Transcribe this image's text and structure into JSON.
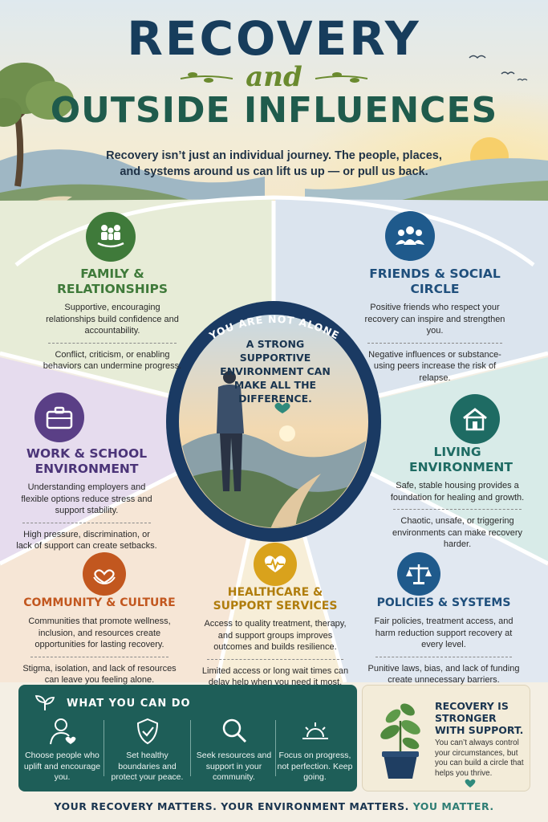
{
  "header": {
    "title_line1": "RECOVERY",
    "title_and": "and",
    "title_line2": "OUTSIDE INFLUENCES",
    "intro": "Recovery isn’t just an individual journey. The people, places, and systems around us can lift us up — or pull us back."
  },
  "center": {
    "arc_title": "YOU ARE NOT ALONE",
    "message": "A STRONG SUPPORTIVE ENVIRONMENT CAN MAKE ALL THE DIFFERENCE."
  },
  "sections": {
    "family": {
      "icon": "family-hands-icon",
      "title": "FAMILY & RELATIONSHIPS",
      "positive": "Supportive, encouraging relationships build confidence and accountability.",
      "negative": "Conflict, criticism, or enabling behaviors can undermine progress."
    },
    "friends": {
      "icon": "group-icon",
      "title": "FRIENDS & SOCIAL CIRCLE",
      "positive": "Positive friends who respect your recovery can inspire and strengthen you.",
      "negative": "Negative influences or substance-using peers increase the risk of relapse."
    },
    "work": {
      "icon": "briefcase-icon",
      "title": "WORK & SCHOOL ENVIRONMENT",
      "positive": "Understanding employers and flexible options reduce stress and support stability.",
      "negative": "High pressure, discrimination, or lack of support can create setbacks."
    },
    "living": {
      "icon": "house-icon",
      "title": "LIVING ENVIRONMENT",
      "positive": "Safe, stable housing provides a foundation for healing and growth.",
      "negative": "Chaotic, unsafe, or triggering environments can make recovery harder."
    },
    "community": {
      "icon": "heart-hands-icon",
      "title": "COMMUNITY & CULTURE",
      "positive": "Communities that promote wellness, inclusion, and resources create opportunities for lasting recovery.",
      "negative": "Stigma, isolation, and lack of resources can leave you feeling alone."
    },
    "healthcare": {
      "icon": "heartbeat-icon",
      "title": "HEALTHCARE & SUPPORT SERVICES",
      "positive": "Access to quality treatment, therapy, and support groups improves outcomes and builds resilience.",
      "negative": "Limited access or long wait times can delay help when you need it most."
    },
    "policies": {
      "icon": "scales-icon",
      "title": "POLICIES & SYSTEMS",
      "positive": "Fair policies, treatment access, and harm reduction support recovery at every level.",
      "negative": "Punitive laws, bias, and lack of funding create unnecessary barriers."
    }
  },
  "todo": {
    "title": "WHAT YOU CAN DO",
    "items": [
      {
        "icon": "person-heart-icon",
        "text": "Choose people who uplift and encourage you."
      },
      {
        "icon": "shield-check-icon",
        "text": "Set healthy boundaries and protect your peace."
      },
      {
        "icon": "magnifier-icon",
        "text": "Seek resources and support in your community."
      },
      {
        "icon": "sunrise-icon",
        "text": "Focus on progress, not perfection. Keep going."
      }
    ]
  },
  "support": {
    "title": "RECOVERY IS STRONGER WITH SUPPORT.",
    "text": "You can’t always control your circumstances, but you can build a circle that helps you thrive."
  },
  "footer": {
    "text": "YOUR RECOVERY MATTERS. YOUR ENVIRONMENT MATTERS.",
    "highlight": "YOU MATTER."
  },
  "colors": {
    "navy": "#173d5c",
    "green": "#3f7a3a",
    "blue": "#1f5a8c",
    "purple": "#5a3f86",
    "teal": "#1e6b63",
    "orange": "#c2571f",
    "gold": "#b07d0d"
  }
}
